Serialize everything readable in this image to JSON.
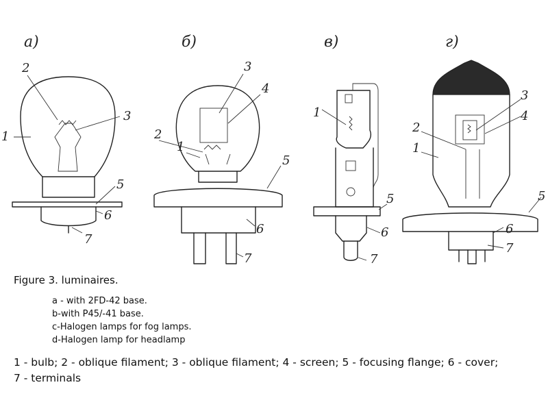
{
  "figure": {
    "panel_labels": [
      "а)",
      "б)",
      "в)",
      "г)"
    ],
    "callouts": {
      "a": [
        "1",
        "2",
        "3",
        "5",
        "6",
        "7"
      ],
      "b": [
        "1",
        "2",
        "3",
        "4",
        "5",
        "6",
        "7"
      ],
      "c": [
        "1",
        "5",
        "6",
        "7"
      ],
      "d": [
        "1",
        "2",
        "3",
        "4",
        "5",
        "6",
        "7"
      ]
    }
  },
  "caption": {
    "title": "Figure 3. luminaires.",
    "variants": [
      "a - with 2FD-42 base.",
      "b-with P45/-41 base.",
      "c-Halogen lamps for fog lamps.",
      "d-Halogen lamp for headlamp"
    ],
    "legend_line_1": "1 - bulb; 2 - oblique filament; 3 - oblique filament; 4 - screen; 5 - focusing flange; 6 - cover;",
    "legend_line_2": "7 - terminals"
  },
  "colors": {
    "ink": "#222222",
    "background": "#ffffff",
    "fill_dark": "#2a2a2a"
  }
}
